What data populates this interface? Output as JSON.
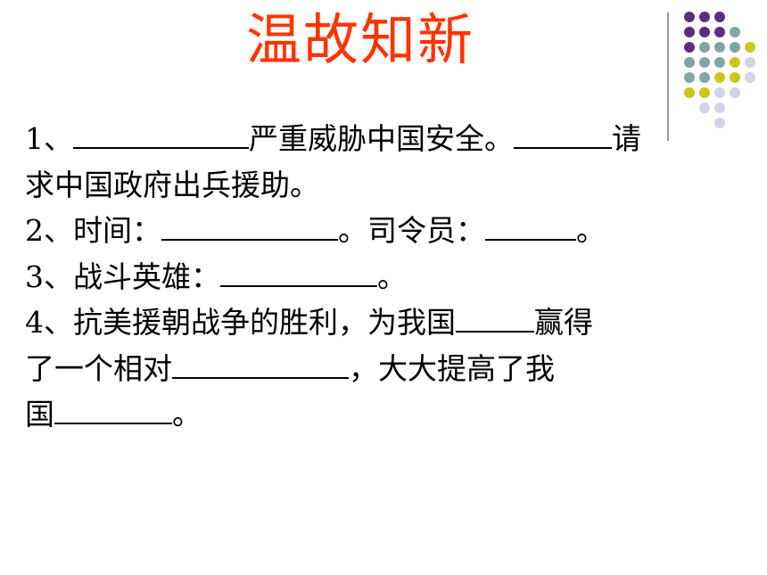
{
  "slide": {
    "title": "温故知新",
    "colors": {
      "title": "#ff3300",
      "purple": "#5b2d82",
      "teal": "#7fa6a5",
      "olive": "#c9c81a",
      "lavender": "#d2d2e8"
    }
  },
  "questions": [
    {
      "number": "1、",
      "parts": [
        "",
        "严重威胁中国安全。",
        "请"
      ]
    },
    {
      "parts": [
        "求中国政府出兵援助。"
      ]
    },
    {
      "number": "2、",
      "parts": [
        "时间：",
        "。司令员：",
        "。"
      ]
    },
    {
      "number": "3、",
      "parts": [
        "战斗英雄：",
        "。"
      ]
    },
    {
      "number": "4、",
      "parts": [
        "抗美援朝战争的胜利，为我国",
        "赢得"
      ]
    },
    {
      "parts": [
        "了一个相对",
        "，大大提高了我"
      ]
    },
    {
      "parts": [
        "国",
        "。"
      ]
    }
  ]
}
